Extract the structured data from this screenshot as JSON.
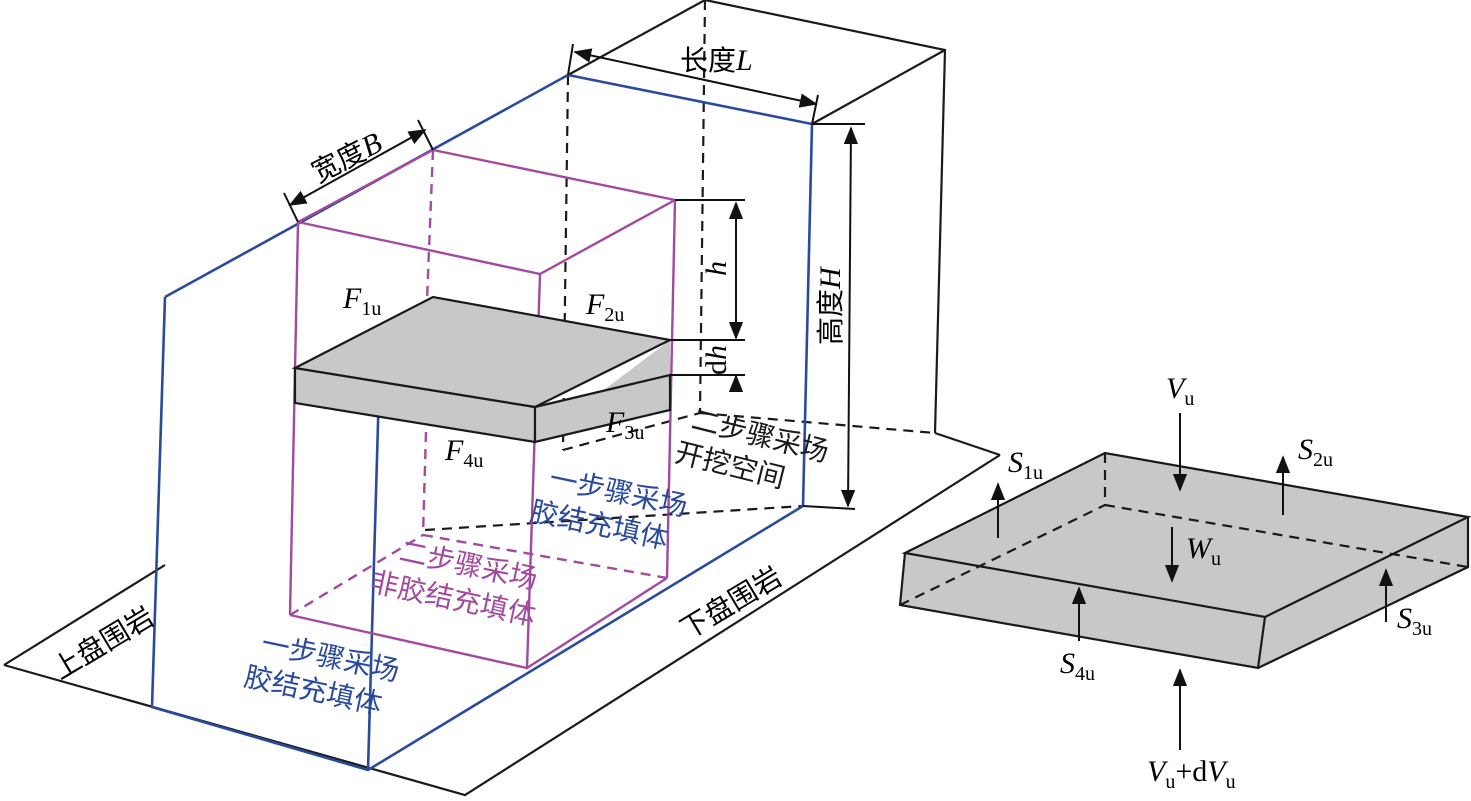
{
  "labels": {
    "length": "长度",
    "length_sym": "L",
    "width": "宽度",
    "width_sym": "B",
    "height": "高度",
    "height_sym": "H",
    "h": "h",
    "dh_d": "d",
    "dh_h": "h",
    "hanging_wall": "上盘围岩",
    "footwall": "下盘围岩",
    "second_stope_excavation_line1": "二步骤采场",
    "second_stope_excavation_line2": "开挖空间",
    "first_stope_fill_right_line1": "一步骤采场",
    "first_stope_fill_right_line2": "胶结充填体",
    "second_stope_fill_line1": "二步骤采场",
    "second_stope_fill_line2": "非胶结充填体",
    "first_stope_fill_front_line1": "一步骤采场",
    "first_stope_fill_front_line2": "胶结充填体"
  },
  "forces_left": {
    "F1": {
      "sym": "F",
      "sub": "1u"
    },
    "F2": {
      "sym": "F",
      "sub": "2u"
    },
    "F3": {
      "sym": "F",
      "sub": "3u"
    },
    "F4": {
      "sym": "F",
      "sub": "4u"
    }
  },
  "forces_right": {
    "V": {
      "sym": "V",
      "sub": "u"
    },
    "S1": {
      "sym": "S",
      "sub": "1u"
    },
    "S2": {
      "sym": "S",
      "sub": "2u"
    },
    "S3": {
      "sym": "S",
      "sub": "3u"
    },
    "S4": {
      "sym": "S",
      "sub": "4u"
    },
    "W": {
      "sym": "W",
      "sub": "u"
    },
    "VdV": {
      "sym1": "V",
      "sub1": "u",
      "plus": "+d",
      "sym2": "V",
      "sub2": "u"
    }
  },
  "colors": {
    "stope_outline": "#2a4a9c",
    "fill_outline": "#a24a9e",
    "slab_fill": "#c8c8c8",
    "lines": "#1a1a1a"
  }
}
